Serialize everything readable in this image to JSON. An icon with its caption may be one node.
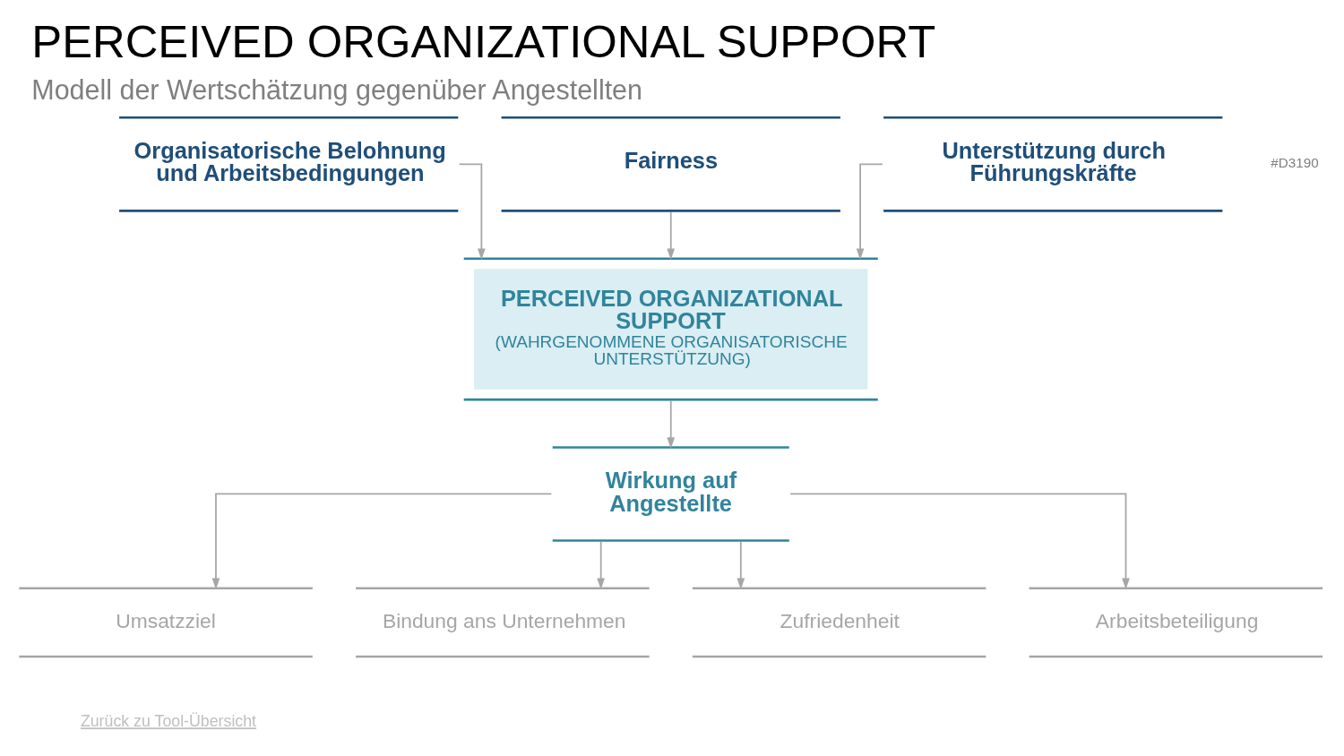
{
  "diagram": {
    "title": "PERCEIVED ORGANIZATIONAL SUPPORT",
    "caption": "Modell der Wertschätzung gegenüber Angestellten",
    "nodes": [
      {
        "text": [
          "Organisatorische Belohnung und Arbeitsbedingungen"
        ]
      },
      {
        "text": [
          "Fairness"
        ]
      },
      {
        "text": [
          "Unterstützung durch Führungskräfte"
        ]
      },
      {
        "text": [
          "PERCEIVED ORGANIZATIONAL SUPPORT",
          "(WAHRGENOMMENE ORGANISATORISCHE UNTERSTÜTZUNG)"
        ]
      },
      {
        "text": [
          "Wirkung auf Angestellte"
        ]
      },
      {
        "text": [
          "Umsatzziel"
        ]
      },
      {
        "text": [
          "Bindung ans Unternehmen"
        ]
      },
      {
        "text": [
          "Zufriedenheit"
        ]
      },
      {
        "text": [
          "Arbeitsbeteiligung"
        ]
      }
    ],
    "edges": [
      {
        "from": 0,
        "to": 3,
        "arrow": "to"
      },
      {
        "from": 1,
        "to": 3,
        "arrow": "to"
      },
      {
        "from": 2,
        "to": 3,
        "arrow": "to"
      },
      {
        "from": 3,
        "to": 4,
        "arrow": "to"
      },
      {
        "from": 4,
        "to": 5,
        "arrow": "to"
      },
      {
        "from": 4,
        "to": 6,
        "arrow": "to"
      },
      {
        "from": 4,
        "to": 7,
        "arrow": "to"
      },
      {
        "from": 4,
        "to": 8,
        "arrow": "to"
      }
    ],
    "labels": [
      "#D3190",
      "Zurück zu Tool-Übersicht"
    ]
  }
}
